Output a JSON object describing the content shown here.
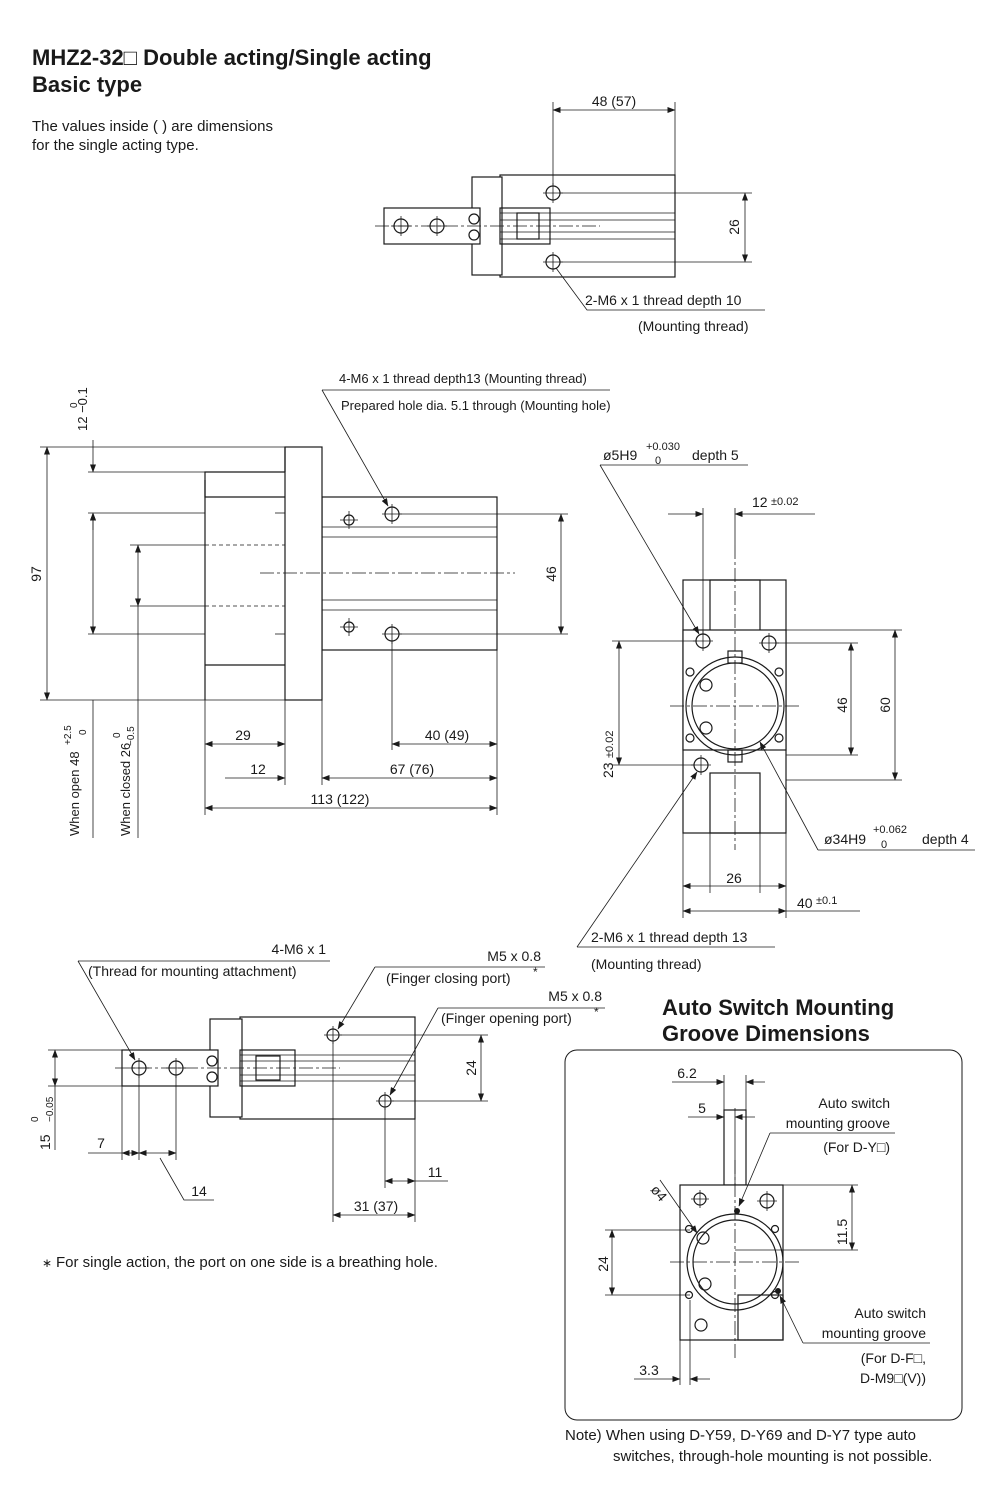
{
  "header": {
    "title_line1": "MHZ2-32□ Double acting/Single acting",
    "title_line2": "Basic type",
    "note_line1": "The values inside (  ) are dimensions",
    "note_line2": "for the single acting type."
  },
  "top_view": {
    "dim_width": "48 (57)",
    "dim_height": "26",
    "callout_line1": "2-M6 x 1 thread depth 10",
    "callout_line2": "(Mounting thread)"
  },
  "front_view": {
    "callout_line1": "4-M6 x 1 thread depth13 (Mounting thread)",
    "callout_line2": "Prepared hole dia. 5.1 through (Mounting hole)",
    "dim_top_tol": "12 −0.1",
    "dim_top_tol_upper": "0",
    "dim_97": "97",
    "dim_46": "46",
    "dim_29": "29",
    "dim_12": "12",
    "dim_40_49": "40 (49)",
    "dim_67_76": "67 (76)",
    "dim_113_122": "113 (122)",
    "when_open": "When open 48",
    "when_open_tol_upper": "+2.5",
    "when_open_tol_lower": "0",
    "when_closed": "When closed 26",
    "when_closed_tol_upper": "0",
    "when_closed_tol_lower": "−0.5"
  },
  "side_view": {
    "bore_small": "ø5H9",
    "bore_small_tol_upper": "+0.030",
    "bore_small_tol_lower": "0",
    "bore_small_depth": "depth 5",
    "dim_12": "12",
    "dim_12_tol": "±0.02",
    "dim_23": "23",
    "dim_23_tol": "±0.02",
    "dim_46": "46",
    "dim_60": "60",
    "bore_large": "ø34H9",
    "bore_large_tol_upper": "+0.062",
    "bore_large_tol_lower": "0",
    "bore_large_depth": "depth 4",
    "dim_26": "26",
    "dim_40": "40",
    "dim_40_tol": "±0.1",
    "callout_line1": "2-M6 x 1 thread depth 13",
    "callout_line2": "(Mounting thread)"
  },
  "bottom_view": {
    "attach_line1": "4-M6 x 1",
    "attach_line2": "(Thread for mounting attachment)",
    "close_port_line1": "M5 x 0.8",
    "close_port_line2": "(Finger closing port)",
    "open_port_line1": "M5 x 0.8",
    "open_port_line2": "(Finger opening port)",
    "asterisk": "*",
    "dim_24": "24",
    "dim_15": "15",
    "dim_15_tol_upper": "0",
    "dim_15_tol_lower": "−0.05",
    "dim_7": "7",
    "dim_14": "14",
    "dim_11": "11",
    "dim_31_37": "31 (37)",
    "footnote_mark": "∗",
    "footnote": "For single action, the port on one side is a breathing hole."
  },
  "auto_switch": {
    "title_line1": "Auto Switch Mounting",
    "title_line2": "Groove Dimensions",
    "dim_6_2": "6.2",
    "dim_5": "5",
    "dim_d4": "ø4",
    "dim_11_5": "11.5",
    "dim_24": "24",
    "dim_3_3": "3.3",
    "groove_y_line1": "Auto switch",
    "groove_y_line2": "mounting groove",
    "groove_y_line3": "(For D-Y□)",
    "groove_f_line1": "Auto switch",
    "groove_f_line2": "mounting groove",
    "groove_f_line3": "(For D-F□,",
    "groove_f_line4": "D-M9□(V))",
    "note_line1": "Note) When using D-Y59, D-Y69 and D-Y7 type auto",
    "note_line2": "switches, through-hole mounting is not possible."
  }
}
